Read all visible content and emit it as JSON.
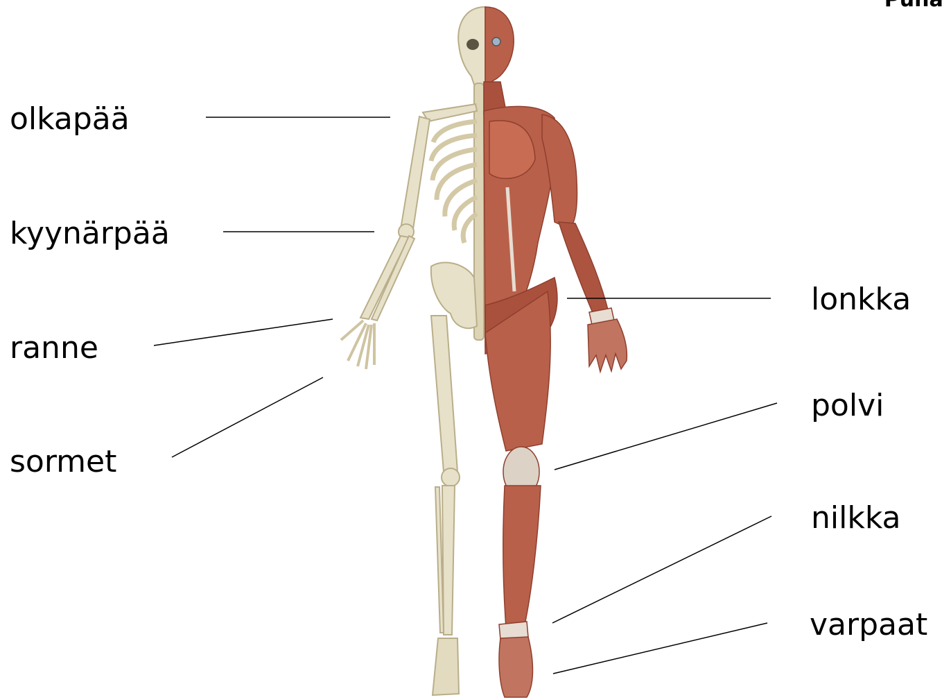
{
  "corner_text": "Punai",
  "labels": {
    "olkapaa": "olkapää",
    "kyynarpaa": "kyynärpää",
    "ranne": "ranne",
    "sormet": "sormet",
    "lonkka": "lonkka",
    "polvi": "polvi",
    "nilkka": "nilkka",
    "varpaat": "varpaat"
  },
  "colors": {
    "bone": "#e8e1c9",
    "bone_shade": "#c9bf9e",
    "muscle": "#b9604a",
    "muscle_dark": "#8e3f2e",
    "tendon": "#e7ddd2",
    "leader_line": "#000000"
  }
}
